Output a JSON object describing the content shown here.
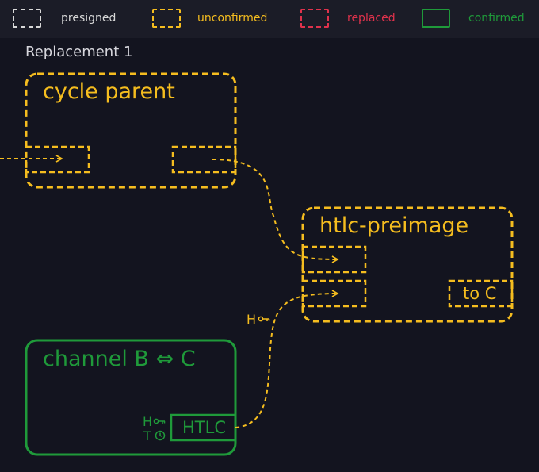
{
  "legend": [
    {
      "key": "presigned",
      "label": "presigned",
      "color": "#d8d8d8",
      "style": "dashed"
    },
    {
      "key": "unconfirmed",
      "label": "unconfirmed",
      "color": "#f5bd1f",
      "style": "dashed"
    },
    {
      "key": "replaced",
      "label": "replaced",
      "color": "#e0324c",
      "style": "dashed"
    },
    {
      "key": "confirmed",
      "label": "confirmed",
      "color": "#1f9a3a",
      "style": "solid"
    }
  ],
  "section_title": "Replacement 1",
  "transactions": {
    "cycle_parent": {
      "title": "cycle parent",
      "status": "unconfirmed"
    },
    "htlc_preimage": {
      "title": "htlc-preimage",
      "output_label": "to C",
      "status": "unconfirmed"
    },
    "channel": {
      "title": "channel B ⇔ C",
      "output_label": "HTLC",
      "status": "confirmed"
    }
  },
  "annotations": {
    "hashlock_edge": "H",
    "hashlock_output": "H",
    "timelock_output": "T"
  },
  "colors": {
    "background": "#13141f",
    "legend_bar": "#1b1c27",
    "unconfirmed": "#f5bd1f",
    "confirmed": "#1f9a3a"
  }
}
